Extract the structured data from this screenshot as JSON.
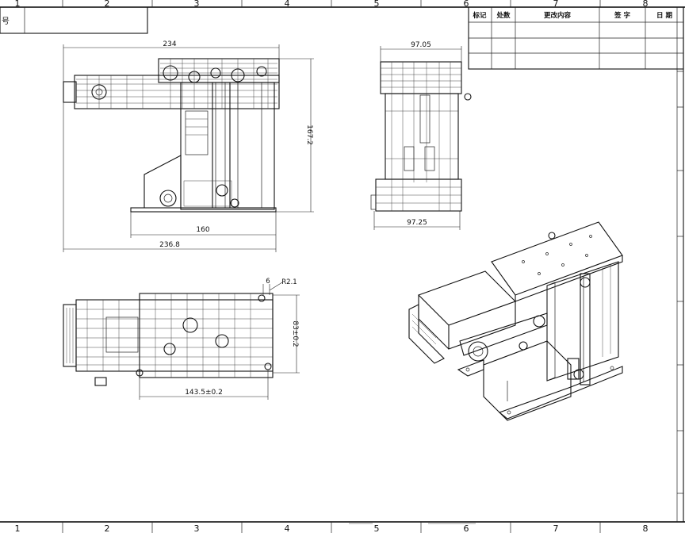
{
  "zones_top": [
    "1",
    "2",
    "3",
    "4",
    "5",
    "6",
    "7",
    "8"
  ],
  "zones_bottom": [
    "1",
    "2",
    "3",
    "4",
    "5",
    "6",
    "7",
    "8"
  ],
  "title_block": {
    "left_cell_text": "号",
    "revision_headers": [
      "标记",
      "处数",
      "更改内容",
      "签 字",
      "日 期"
    ]
  },
  "dimensions": {
    "front_top_width": "234",
    "front_height": "167.2",
    "front_base_width": "160",
    "front_overall_width": "236.8",
    "side_top_width": "97.05",
    "side_bottom_width": "97.25",
    "top_radius": "R2.1",
    "top_small": "6",
    "top_height": "83±0.2",
    "top_hole_spacing": "143.5±0.2"
  },
  "colors": {
    "line": "#111111",
    "background": "#ffffff"
  }
}
